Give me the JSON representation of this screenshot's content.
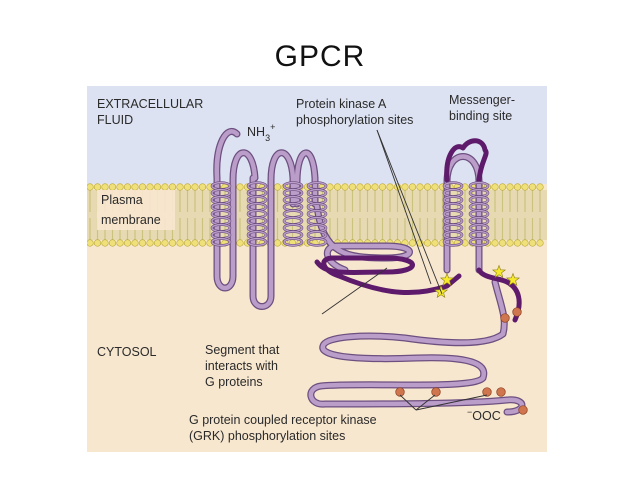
{
  "title": "GPCR",
  "labels": {
    "extracellular_1": "EXTRACELLULAR",
    "extracellular_2": "FLUID",
    "nh3": "NH",
    "nh3_sub": "3",
    "nh3_sup": "+",
    "pka_1": "Protein kinase A",
    "pka_2": "phosphorylation sites",
    "messenger_1": "Messenger-",
    "messenger_2": "binding site",
    "plasma_1": "Plasma",
    "plasma_2": "membrane",
    "cytosol": "CYTOSOL",
    "segment_1": "Segment that",
    "segment_2": "interacts with",
    "segment_3": "G proteins",
    "grk_1": "G protein coupled receptor kinase",
    "grk_2": "(GRK) phosphorylation sites",
    "cooh_sup": "−",
    "cooh": "OOC"
  },
  "colors": {
    "extracellular": "#dde2f2",
    "cytosol": "#f8e7cf",
    "membrane_head": "#efe07a",
    "membrane_head_stroke": "#b9a83a",
    "membrane_tail": "#c9c37e",
    "chain_light": "#bb9dc9",
    "chain_light_dark": "#6d4f80",
    "chain_dark": "#5e1a6b",
    "star": "#f7ea2e",
    "grk_dot": "#d0764f"
  }
}
